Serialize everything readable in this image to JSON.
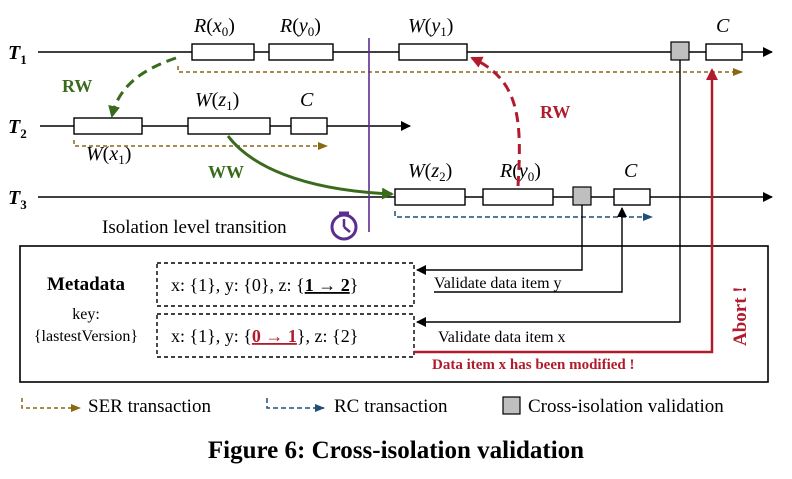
{
  "timelines": [
    {
      "label": "T",
      "sub": "1"
    },
    {
      "label": "T",
      "sub": "2"
    },
    {
      "label": "T",
      "sub": "3"
    }
  ],
  "ops": {
    "t1_r_x0": {
      "fn": "R",
      "var": "x",
      "sub": "0"
    },
    "t1_r_y0": {
      "fn": "R",
      "var": "y",
      "sub": "0"
    },
    "t1_w_y1": {
      "fn": "W",
      "var": "y",
      "sub": "1"
    },
    "t1_commit": "C",
    "t2_w_x1": {
      "fn": "W",
      "var": "x",
      "sub": "1"
    },
    "t2_w_z1": {
      "fn": "W",
      "var": "z",
      "sub": "1"
    },
    "t2_commit": "C",
    "t3_w_z2": {
      "fn": "W",
      "var": "z",
      "sub": "2"
    },
    "t3_r_y0": {
      "fn": "R",
      "var": "y",
      "sub": "0"
    },
    "t3_commit": "C"
  },
  "dependencies": {
    "rw_green": "RW",
    "rw_red": "RW",
    "ww_green": "WW"
  },
  "transition_label": "Isolation level transition",
  "metadata": {
    "title": "Metadata",
    "key_line1": "key:",
    "key_line2": "{lastestVersion}",
    "row1": {
      "pre": "x: {1}, y: {0}, z: {",
      "change": "1 → 2",
      "post": "}"
    },
    "row2": {
      "pre": "x: {1}, y: {",
      "change": "0 → 1",
      "post": "}, z: {2}"
    }
  },
  "validate_y": "Validate data item y",
  "validate_x": "Validate data item x",
  "modified_msg": "Data item x has been modified !",
  "abort_label": "Abort !",
  "legend": {
    "ser": "SER transaction",
    "rc": "RC transaction",
    "cross": "Cross-isolation validation"
  },
  "caption": "Figure 6: Cross-isolation validation",
  "colors": {
    "ser": "#8b6914",
    "rc": "#1f4e79",
    "green": "#3a6b1c",
    "red": "#b01c2e",
    "purple": "#5b2d8e",
    "gray_box": "#bfbfbf"
  }
}
